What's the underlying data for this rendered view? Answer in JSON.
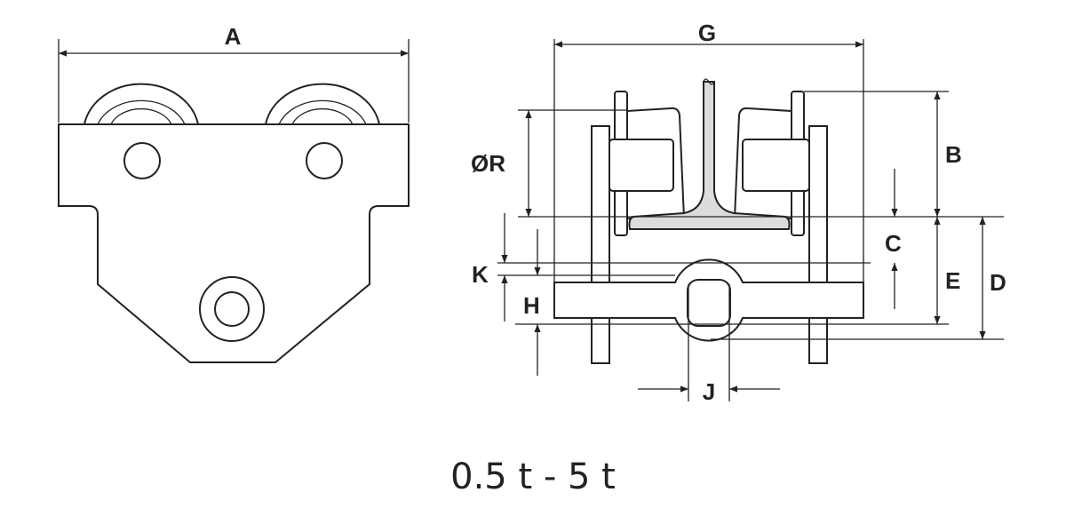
{
  "front_view": {
    "labels": {
      "a": "A"
    }
  },
  "side_view": {
    "labels": {
      "g": "G",
      "b": "B",
      "r": "ØR",
      "c": "C",
      "e": "E",
      "d": "D",
      "k": "K",
      "h": "H",
      "j": "J"
    }
  },
  "caption": "0.5 t - 5 t",
  "colors": {
    "line": "#222222",
    "rail_fill": "#dcdcdc",
    "background": "#ffffff"
  }
}
